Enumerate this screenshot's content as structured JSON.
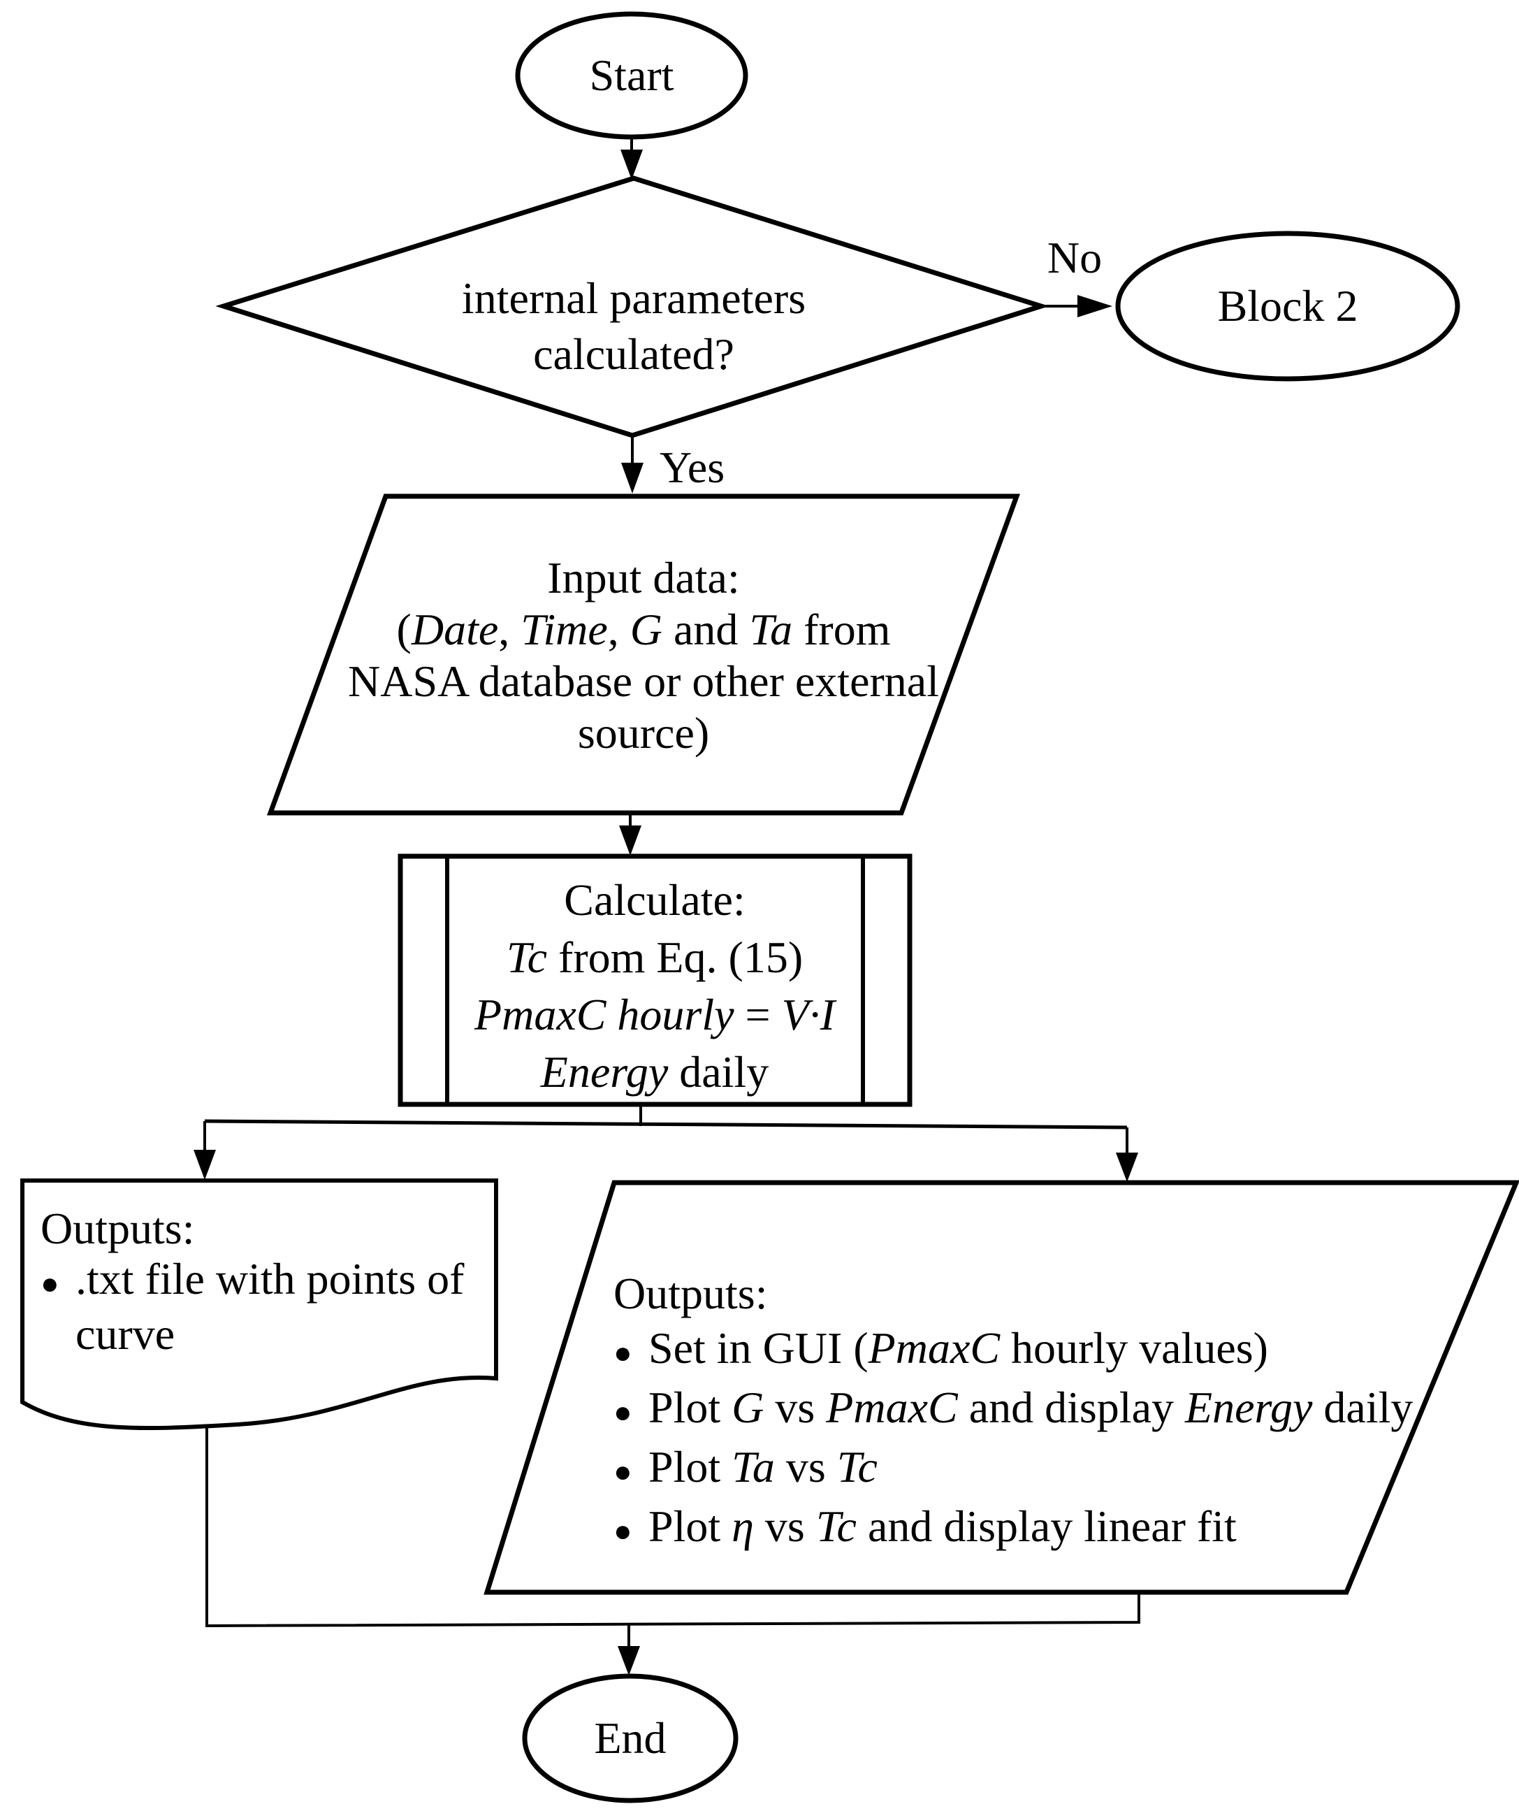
{
  "colors": {
    "stroke": "#000000",
    "background": "#ffffff"
  },
  "glyphs": {
    "bullet": "●"
  },
  "edge_labels": {
    "yes": "Yes",
    "no": "No"
  },
  "nodes": {
    "start": {
      "type": "terminator",
      "label": "Start"
    },
    "decision": {
      "type": "decision",
      "line1": "internal parameters",
      "line2": "calculated?"
    },
    "block2": {
      "type": "terminator",
      "label": "Block 2"
    },
    "input": {
      "type": "data-parallelogram",
      "line1": "Input data:",
      "line2": [
        {
          "t": "("
        },
        {
          "t": "Date",
          "i": true
        },
        {
          "t": ", "
        },
        {
          "t": "Time",
          "i": true
        },
        {
          "t": ", "
        },
        {
          "t": "G",
          "i": true
        },
        {
          "t": " and "
        },
        {
          "t": "Ta",
          "i": true
        },
        {
          "t": " from"
        }
      ],
      "line3": "NASA database or other external",
      "line4": "source)"
    },
    "calculate": {
      "type": "predefined-process",
      "line1": "Calculate:",
      "line2": [
        {
          "t": "Tc",
          "i": true
        },
        {
          "t": " from Eq. (15)"
        }
      ],
      "line3": [
        {
          "t": "PmaxC hourly",
          "i": true
        },
        {
          "t": " = "
        },
        {
          "t": "V·I",
          "i": true
        }
      ],
      "line4": [
        {
          "t": "Energy",
          "i": true
        },
        {
          "t": " daily"
        }
      ]
    },
    "output_file": {
      "type": "document",
      "title": "Outputs:",
      "bullet_line1": ".txt file with points of",
      "bullet_line2": "curve"
    },
    "output_gui": {
      "type": "data-parallelogram",
      "title": "Outputs:",
      "bullet1": [
        {
          "t": "Set in GUI ("
        },
        {
          "t": "PmaxC",
          "i": true
        },
        {
          "t": " hourly values)"
        }
      ],
      "bullet2": [
        {
          "t": "Plot "
        },
        {
          "t": "G",
          "i": true
        },
        {
          "t": " vs "
        },
        {
          "t": "PmaxC",
          "i": true
        },
        {
          "t": " and display "
        },
        {
          "t": "Energy",
          "i": true
        },
        {
          "t": " daily"
        }
      ],
      "bullet3": [
        {
          "t": "Plot "
        },
        {
          "t": "Ta",
          "i": true
        },
        {
          "t": " vs "
        },
        {
          "t": "Tc",
          "i": true
        }
      ],
      "bullet4": [
        {
          "t": "Plot "
        },
        {
          "t": "η",
          "i": true
        },
        {
          "t": " vs "
        },
        {
          "t": "Tc",
          "i": true
        },
        {
          "t": " and display linear fit"
        }
      ]
    },
    "end": {
      "type": "terminator",
      "label": "End"
    }
  }
}
